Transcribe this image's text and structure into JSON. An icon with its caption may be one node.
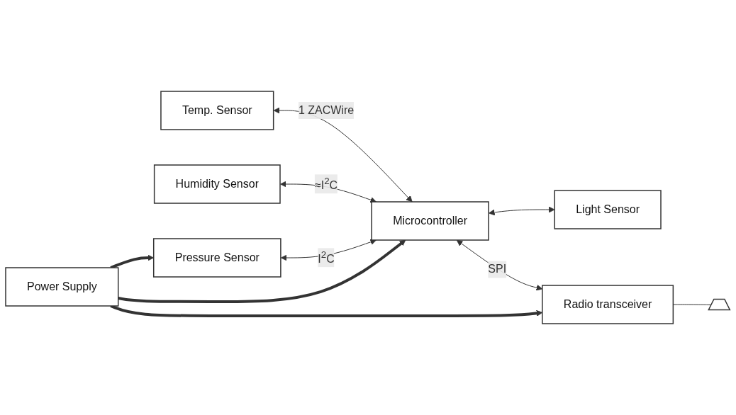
{
  "diagram": {
    "nodes": [
      {
        "text": [
          "Temp. Sensor"
        ]
      },
      {
        "text": [
          "Humidity Sensor"
        ]
      },
      {
        "text": [
          "Light Sensor"
        ]
      },
      {
        "text": [
          "Pressure Sensor"
        ]
      },
      {
        "text": [
          "Microcontroller"
        ]
      },
      {
        "text": [
          "Radio transceiver"
        ]
      },
      {
        "text": [
          "Power Supply"
        ]
      },
      {
        "text": [],
        "shape": "antenna"
      }
    ],
    "edges": [
      {
        "from": 0,
        "to": 4,
        "arrow": "both",
        "label": "1 ZACWire"
      },
      {
        "from": 1,
        "to": 4,
        "arrow": "both",
        "label": "≈I$^{2}$C"
      },
      {
        "from": 4,
        "to": 2,
        "arrow": "both"
      },
      {
        "from": 3,
        "to": 4,
        "arrow": "both",
        "label": "I$^{2}$C"
      },
      {
        "from": 4,
        "to": 5,
        "arrow": "both",
        "label": "SPI"
      },
      {
        "from": 6,
        "to": 3,
        "arrow": "to",
        "style": "thick"
      },
      {
        "from": 6,
        "to": 4,
        "arrow": "to",
        "style": "thick"
      },
      {
        "from": 6,
        "to": 5,
        "arrow": "to",
        "style": "thick"
      },
      {
        "from": 5,
        "to": 7,
        "arrow": "none"
      }
    ]
  }
}
